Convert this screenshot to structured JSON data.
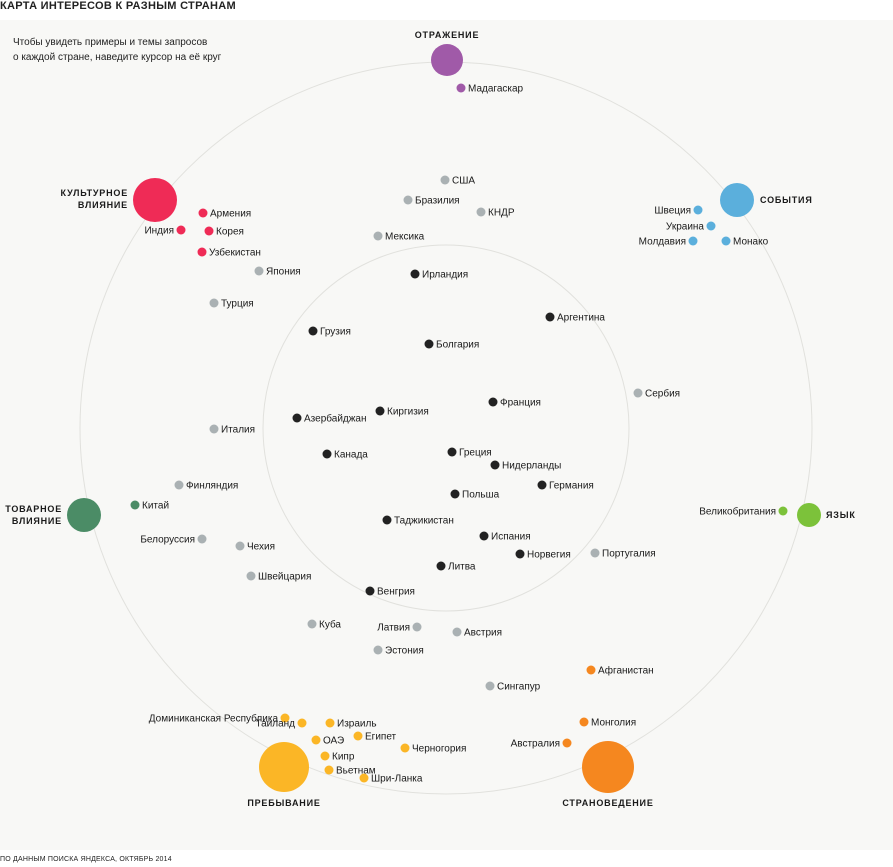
{
  "title": "КАРТА ИНТЕРЕСОВ К РАЗНЫМ СТРАНАМ",
  "hint_line1": "Чтобы увидеть примеры и темы запросов",
  "hint_line2": "о каждой стране, наведите курсор на её круг",
  "footer": "ПО ДАННЫМ ПОИСКА ЯНДЕКСА, ОКТЯБРЬ 2014",
  "chart_data": {
    "type": "scatter",
    "title": "КАРТА ИНТЕРЕСОВ К РАЗНЫМ СТРАНАМ",
    "categories": [
      {
        "id": "reflection",
        "label": [
          "ОТРАЖЕНИЕ"
        ],
        "color": "#a05aa8"
      },
      {
        "id": "events",
        "label": [
          "СОБЫТИЯ"
        ],
        "color": "#5bafdc"
      },
      {
        "id": "language",
        "label": [
          "ЯЗЫК"
        ],
        "color": "#7cc23a"
      },
      {
        "id": "country_studies",
        "label": [
          "СТРАНОВЕДЕНИЕ"
        ],
        "color": "#f5871f"
      },
      {
        "id": "stay",
        "label": [
          "ПРЕБЫВАНИЕ"
        ],
        "color": "#fbb626"
      },
      {
        "id": "trade",
        "label": [
          "ТОВАРНОЕ",
          "ВЛИЯНИЕ"
        ],
        "color": "#4b8c66"
      },
      {
        "id": "culture",
        "label": [
          "КУЛЬТУРНОЕ",
          "ВЛИЯНИЕ"
        ],
        "color": "#ef2b56"
      }
    ],
    "group_colors": {
      "inner": "#222222",
      "middle": "#aab1b3"
    },
    "countries": [
      {
        "name": "Мадагаскар",
        "group": "reflection"
      },
      {
        "name": "Швеция",
        "group": "events"
      },
      {
        "name": "Украина",
        "group": "events"
      },
      {
        "name": "Молдавия",
        "group": "events"
      },
      {
        "name": "Монако",
        "group": "events"
      },
      {
        "name": "Великобритания",
        "group": "language"
      },
      {
        "name": "Афганистан",
        "group": "country_studies"
      },
      {
        "name": "Монголия",
        "group": "country_studies"
      },
      {
        "name": "Австралия",
        "group": "country_studies"
      },
      {
        "name": "Доминиканская Республика",
        "group": "stay"
      },
      {
        "name": "Таиланд",
        "group": "stay"
      },
      {
        "name": "Израиль",
        "group": "stay"
      },
      {
        "name": "ОАЭ",
        "group": "stay"
      },
      {
        "name": "Египет",
        "group": "stay"
      },
      {
        "name": "Черногория",
        "group": "stay"
      },
      {
        "name": "Кипр",
        "group": "stay"
      },
      {
        "name": "Вьетнам",
        "group": "stay"
      },
      {
        "name": "Шри-Ланка",
        "group": "stay"
      },
      {
        "name": "Китай",
        "group": "trade"
      },
      {
        "name": "Армения",
        "group": "culture"
      },
      {
        "name": "Индия",
        "group": "culture"
      },
      {
        "name": "Корея",
        "group": "culture"
      },
      {
        "name": "Узбекистан",
        "group": "culture"
      },
      {
        "name": "США",
        "group": "middle"
      },
      {
        "name": "Бразилия",
        "group": "middle"
      },
      {
        "name": "КНДР",
        "group": "middle"
      },
      {
        "name": "Мексика",
        "group": "middle"
      },
      {
        "name": "Япония",
        "group": "middle"
      },
      {
        "name": "Турция",
        "group": "middle"
      },
      {
        "name": "Сербия",
        "group": "middle"
      },
      {
        "name": "Италия",
        "group": "middle"
      },
      {
        "name": "Финляндия",
        "group": "middle"
      },
      {
        "name": "Белоруссия",
        "group": "middle"
      },
      {
        "name": "Чехия",
        "group": "middle"
      },
      {
        "name": "Швейцария",
        "group": "middle"
      },
      {
        "name": "Португалия",
        "group": "middle"
      },
      {
        "name": "Куба",
        "group": "middle"
      },
      {
        "name": "Латвия",
        "group": "middle"
      },
      {
        "name": "Австрия",
        "group": "middle"
      },
      {
        "name": "Эстония",
        "group": "middle"
      },
      {
        "name": "Сингапур",
        "group": "middle"
      },
      {
        "name": "Ирландия",
        "group": "inner"
      },
      {
        "name": "Аргентина",
        "group": "inner"
      },
      {
        "name": "Грузия",
        "group": "inner"
      },
      {
        "name": "Болгария",
        "group": "inner"
      },
      {
        "name": "Франция",
        "group": "inner"
      },
      {
        "name": "Азербайджан",
        "group": "inner"
      },
      {
        "name": "Киргизия",
        "group": "inner"
      },
      {
        "name": "Канада",
        "group": "inner"
      },
      {
        "name": "Греция",
        "group": "inner"
      },
      {
        "name": "Нидерланды",
        "group": "inner"
      },
      {
        "name": "Германия",
        "group": "inner"
      },
      {
        "name": "Польша",
        "group": "inner"
      },
      {
        "name": "Таджикистан",
        "group": "inner"
      },
      {
        "name": "Испания",
        "group": "inner"
      },
      {
        "name": "Норвегия",
        "group": "inner"
      },
      {
        "name": "Литва",
        "group": "inner"
      },
      {
        "name": "Венгрия",
        "group": "inner"
      }
    ]
  }
}
